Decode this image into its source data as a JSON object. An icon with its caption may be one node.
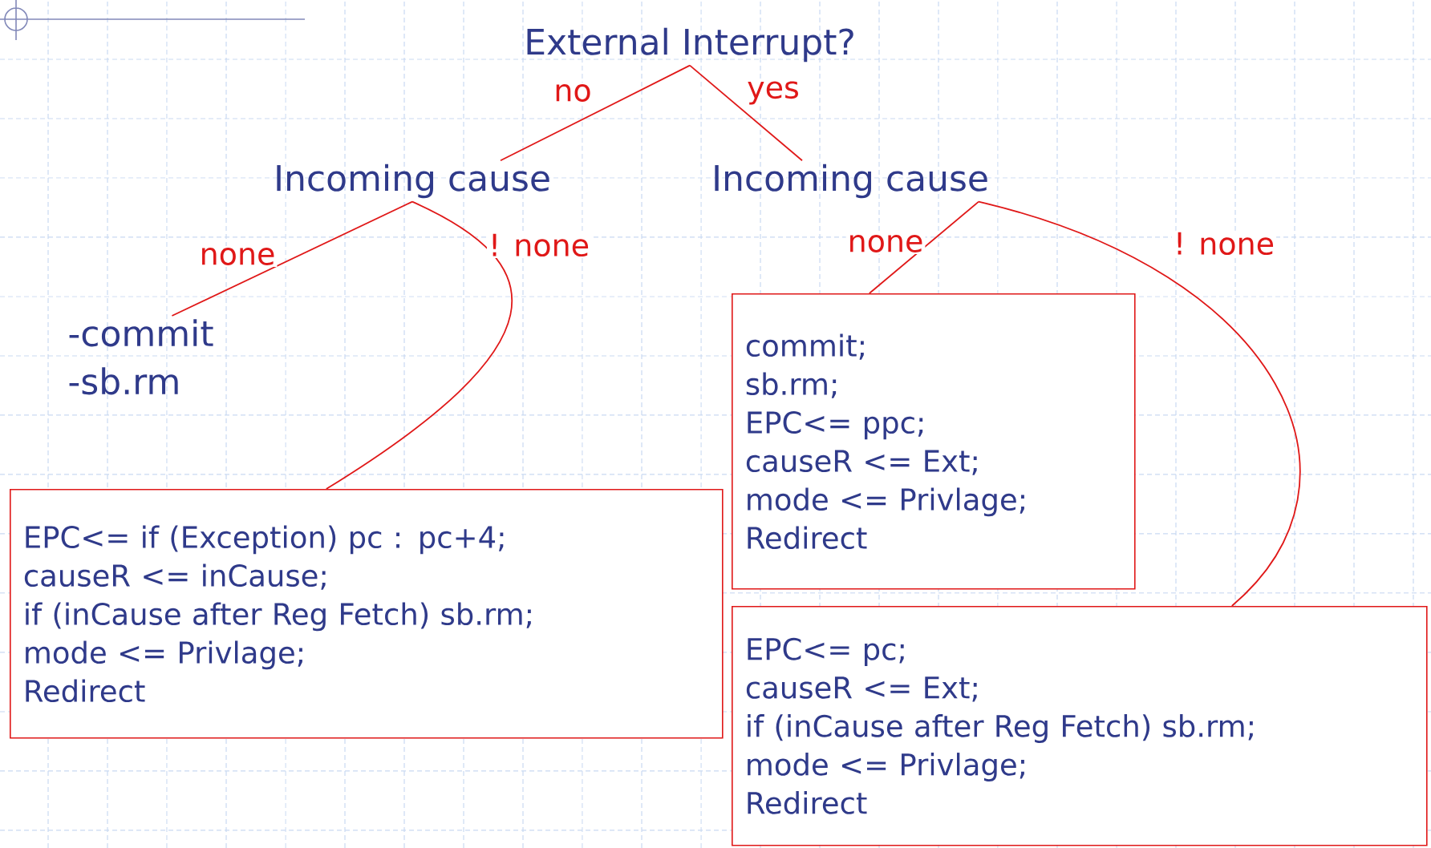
{
  "diagram": {
    "nodes": [
      {
        "text": [
          "External Interrupt?"
        ]
      },
      {
        "text": [
          "Incoming cause"
        ]
      },
      {
        "text": [
          "Incoming cause"
        ]
      },
      {
        "text": [
          "-commit -sb.rm"
        ]
      },
      {
        "text": [
          "EPC<= if (Exception) pc : pc+4;",
          "causeR <= inCause;",
          "if (inCause after Reg Fetch) sb.rm;",
          "mode <= Privlage;",
          "Redirect"
        ]
      },
      {
        "text": [
          "commit;",
          "sb.rm;",
          "EPC<= ppc;",
          "causeR <= Ext;",
          "mode <= Privlage;",
          "Redirect"
        ]
      },
      {
        "text": [
          "EPC<= pc;",
          "causeR <= Ext;",
          "if (inCause after Reg Fetch) sb.rm;",
          "mode <= Privlage;",
          "Redirect"
        ]
      }
    ],
    "edges": [
      {
        "from": 0,
        "to": 1,
        "arrow": "none",
        "label": "no"
      },
      {
        "from": 0,
        "to": 2,
        "arrow": "none",
        "label": "yes"
      },
      {
        "from": 1,
        "to": 3,
        "arrow": "none",
        "label": "none"
      },
      {
        "from": 1,
        "to": 4,
        "arrow": "none",
        "label": "! none"
      },
      {
        "from": 2,
        "to": 5,
        "arrow": "none",
        "label": "none"
      },
      {
        "from": 2,
        "to": 6,
        "arrow": "none",
        "label": "! none"
      }
    ]
  }
}
